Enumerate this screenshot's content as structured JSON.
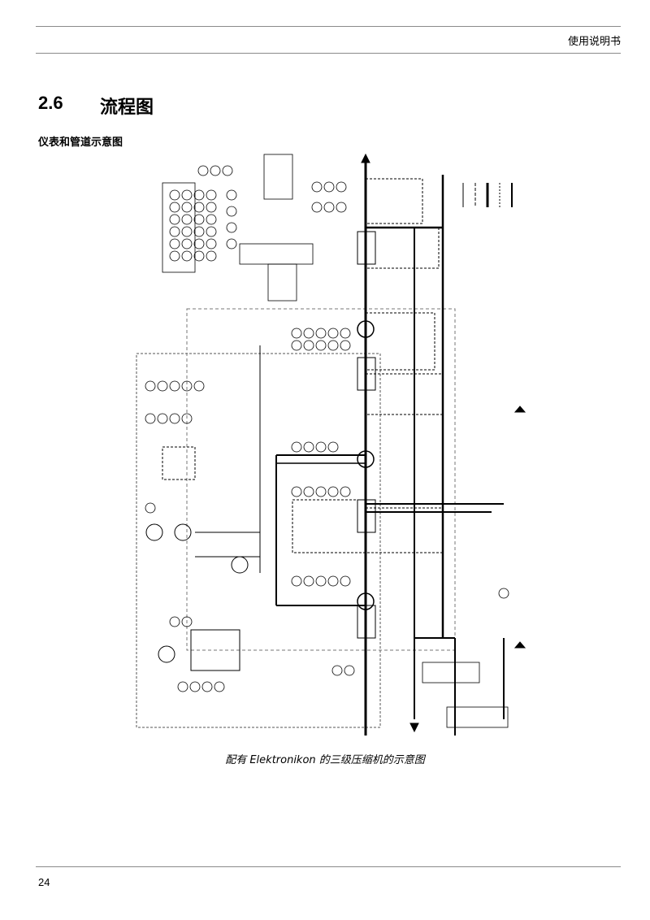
{
  "header": {
    "title": "使用说明书"
  },
  "section": {
    "number": "2.6",
    "title": "流程图"
  },
  "subheading": "仪表和管道示意图",
  "caption": "配有 Elektronikon 的三级压缩机的示意图",
  "page_number": "24"
}
